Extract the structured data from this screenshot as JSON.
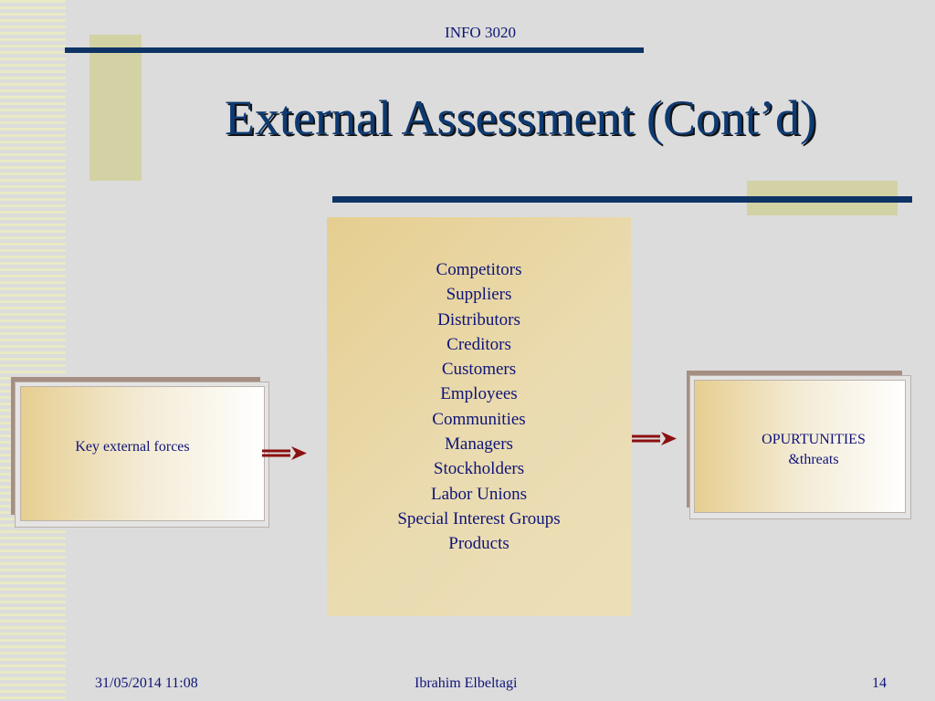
{
  "header": {
    "course": "INFO 3020"
  },
  "slide": {
    "title": "External Assessment (Cont’d)",
    "center_items": [
      "Competitors",
      "Suppliers",
      "Distributors",
      "Creditors",
      "Customers",
      "Employees",
      "Communities",
      "Managers",
      "Stockholders",
      "Labor Unions",
      "Special Interest Groups",
      "Products"
    ],
    "left_box": {
      "text": "Key external forces"
    },
    "right_box": {
      "line1": "OPURTUNITIES",
      "line2": "&threats"
    }
  },
  "footer": {
    "datetime": "31/05/2014 11:08",
    "author": "Ibrahim Elbeltagi",
    "page_number": "14"
  },
  "colors": {
    "navy_rule": "#0e3466",
    "title_blue": "#0e3a72",
    "text_blue": "#0e1478",
    "tan_block": "#d2d2a4",
    "box_gold": "#e6ce90",
    "arrow_red": "#8b1010",
    "background": "#dcdcdc"
  }
}
